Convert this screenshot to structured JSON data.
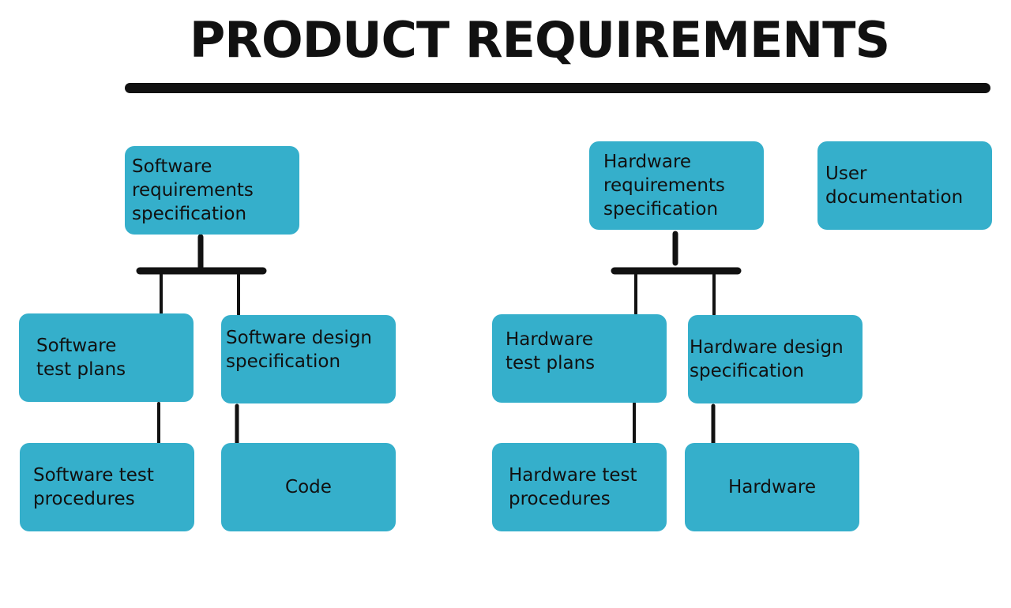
{
  "title": "PRODUCT REQUIREMENTS",
  "colors": {
    "box": "#35AFCB",
    "line": "#111111",
    "background": "#FFFFFF"
  },
  "nodes": {
    "software_requirements": "Software\nrequirements\nspecification",
    "software_test_plans": "Software\ntest plans",
    "software_design": "Software design\nspecification",
    "software_test_procedures": "Software test\nprocedures",
    "code": "Code",
    "hardware_requirements": "Hardware\nrequirements\nspecification",
    "user_documentation": "User\ndocumentation",
    "hardware_test_plans": "Hardware\ntest plans",
    "hardware_design": "Hardware design\nspecification",
    "hardware_test_procedures": "Hardware test\nprocedures",
    "hardware": "Hardware"
  }
}
